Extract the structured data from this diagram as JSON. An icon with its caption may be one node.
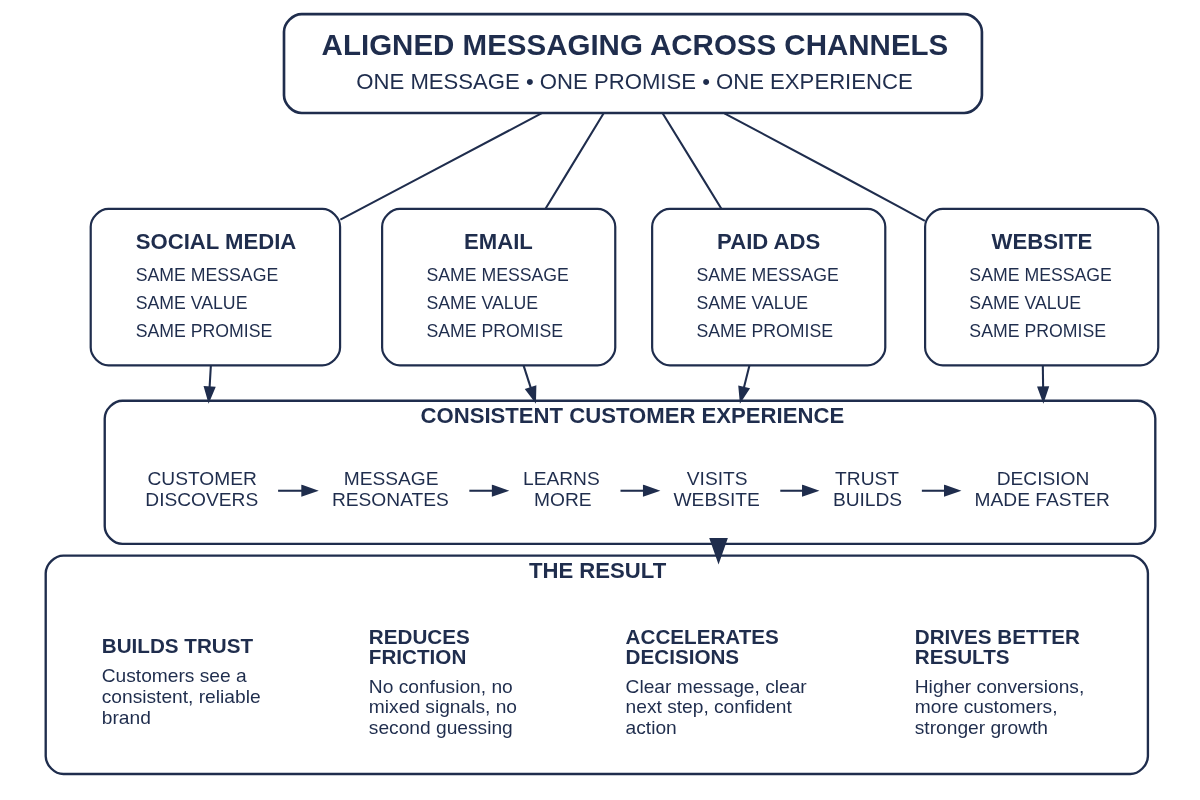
{
  "diagram": {
    "nodes": [
      {
        "text": [
          "ALIGNED MESSAGING ACROSS CHANNELS",
          "ONE MESSAGE • ONE PROMISE • ONE EXPERIENCE"
        ]
      },
      {
        "text": [
          "SOCIAL MEDIA",
          "SAME MESSAGE",
          "SAME VALUE",
          "SAME PROMISE"
        ]
      },
      {
        "text": [
          "EMAIL",
          "SAME MESSAGE",
          "SAME VALUE",
          "SAME PROMISE"
        ]
      },
      {
        "text": [
          "PAID ADS",
          "SAME MESSAGE",
          "SAME VALUE",
          "SAME PROMISE"
        ]
      },
      {
        "text": [
          "WEBSITE",
          "SAME MESSAGE",
          "SAME VALUE",
          "SAME PROMISE"
        ]
      },
      {
        "text": [
          "CONSISTENT CUSTOMER EXPERIENCE"
        ]
      },
      {
        "text": [
          "CUSTOMER DISCOVERS"
        ],
        "in": 5
      },
      {
        "text": [
          "MESSAGE RESONATES"
        ],
        "in": 5
      },
      {
        "text": [
          "LEARNS MORE"
        ],
        "in": 5
      },
      {
        "text": [
          "VISITS WEBSITE"
        ],
        "in": 5
      },
      {
        "text": [
          "TRUST BUILDS"
        ],
        "in": 5
      },
      {
        "text": [
          "DECISION MADE FASTER"
        ],
        "in": 5
      },
      {
        "text": [
          "THE RESULT"
        ]
      },
      {
        "text": [
          "BUILDS TRUST",
          "Customers see a consistent, reliable brand"
        ],
        "in": 12
      },
      {
        "text": [
          "REDUCES FRICTION",
          "No confusion, no mixed signals, no second guessing"
        ],
        "in": 12
      },
      {
        "text": [
          "ACCELERATES DECISIONS",
          "Clear message, clear next step, confident action"
        ],
        "in": 12
      },
      {
        "text": [
          "DRIVES BETTER RESULTS",
          "Higher conversions, more customers, stronger growth"
        ],
        "in": 12
      }
    ],
    "edges": [
      {
        "from": 0,
        "to": 1,
        "arrow": "none"
      },
      {
        "from": 0,
        "to": 2,
        "arrow": "none"
      },
      {
        "from": 0,
        "to": 3,
        "arrow": "none"
      },
      {
        "from": 0,
        "to": 4,
        "arrow": "none"
      },
      {
        "from": 1,
        "to": 5,
        "arrow": "to"
      },
      {
        "from": 2,
        "to": 5,
        "arrow": "to"
      },
      {
        "from": 3,
        "to": 5,
        "arrow": "to"
      },
      {
        "from": 4,
        "to": 5,
        "arrow": "to"
      },
      {
        "from": 6,
        "to": 7,
        "arrow": "to"
      },
      {
        "from": 7,
        "to": 8,
        "arrow": "to"
      },
      {
        "from": 8,
        "to": 9,
        "arrow": "to"
      },
      {
        "from": 9,
        "to": 10,
        "arrow": "to"
      },
      {
        "from": 10,
        "to": 11,
        "arrow": "to"
      },
      {
        "from": 5,
        "to": 12,
        "arrow": "to",
        "style": "thick"
      }
    ]
  }
}
